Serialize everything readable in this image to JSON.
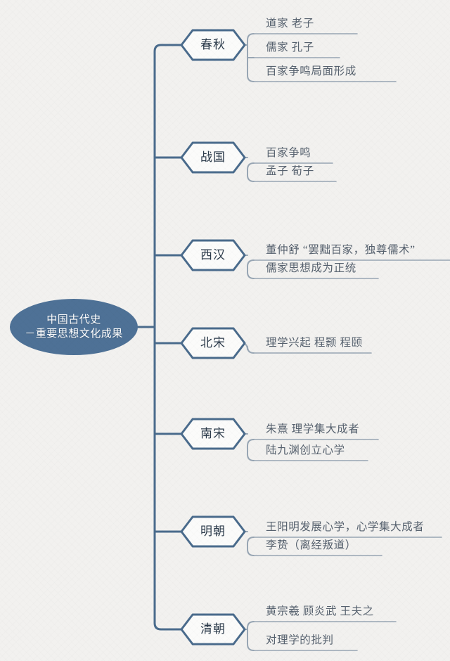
{
  "document": {
    "type": "mind-map",
    "title": "中国古代史 - 重要思想文化成果",
    "background_color": "#f2f1ef"
  },
  "colors": {
    "root_fill": "#4e7196",
    "root_text": "#ffffff",
    "branch_stroke": "#4a6b8c",
    "branch_fill": "#fbfbfa",
    "branch_text": "#2b3a4a",
    "trunk_line": "#4a6b8c",
    "leaf_line": "#98a6b4",
    "leaf_text": "#56616e"
  },
  "root": {
    "line1": "中国古代史",
    "line2": "－重要思想文化成果"
  },
  "branches": [
    {
      "label": "春秋",
      "leaves": [
        "道家  老子",
        "儒家  孔子",
        "百家争鸣局面形成"
      ]
    },
    {
      "label": "战国",
      "leaves": [
        "百家争鸣",
        "孟子  荀子"
      ]
    },
    {
      "label": "西汉",
      "leaves": [
        "董仲舒  “罢黜百家，独尊儒术”",
        "儒家思想成为正统"
      ]
    },
    {
      "label": "北宋",
      "leaves": [
        "理学兴起  程颢  程颐"
      ]
    },
    {
      "label": "南宋",
      "leaves": [
        "朱熹  理学集大成者",
        "陆九渊创立心学"
      ]
    },
    {
      "label": "明朝",
      "leaves": [
        "王阳明发展心学，心学集大成者",
        "李贽（离经叛道）"
      ]
    },
    {
      "label": "清朝",
      "leaves": [
        "黄宗羲  顾炎武  王夫之",
        "对理学的批判"
      ]
    }
  ]
}
